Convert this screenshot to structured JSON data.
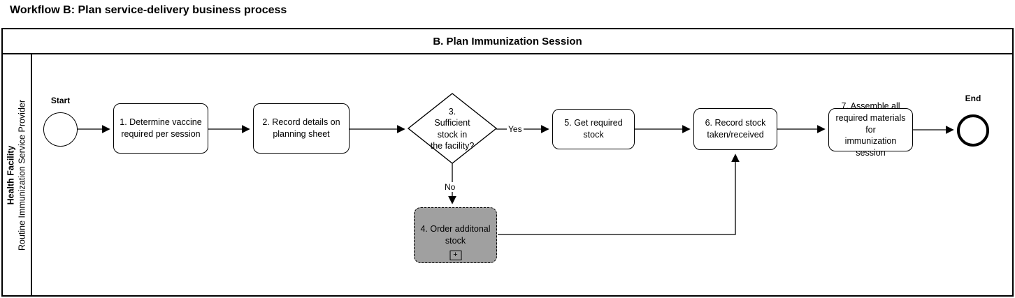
{
  "page_title": "Workflow B: Plan service-delivery business process",
  "pool": {
    "title": "B. Plan Immunization Session",
    "lane": {
      "title": "Health Facility",
      "subtitle": "Routine Immunization Service Provider"
    }
  },
  "nodes": {
    "start": {
      "label": "Start"
    },
    "task1": {
      "label": "1. Determine vaccine\nrequired per session"
    },
    "task2": {
      "label": "2. Record details on\nplanning sheet"
    },
    "gateway": {
      "label": "3.\nSufficient\nstock in\nthe facility?"
    },
    "task4": {
      "label": "4. Order additonal\nstock",
      "marker": "+",
      "fill": "#a0a0a0"
    },
    "task5": {
      "label": "5. Get required stock"
    },
    "task6": {
      "label": "6. Record stock\ntaken/received"
    },
    "task7": {
      "label": "7. Assemble all\nrequired materials for\nimmunization session"
    },
    "end": {
      "label": "End"
    }
  },
  "edges": {
    "yes_label": "Yes",
    "no_label": "No"
  },
  "colors": {
    "line": "#000000",
    "shape_border": "#000000",
    "subprocess_fill": "#a0a0a0",
    "background": "#ffffff"
  }
}
